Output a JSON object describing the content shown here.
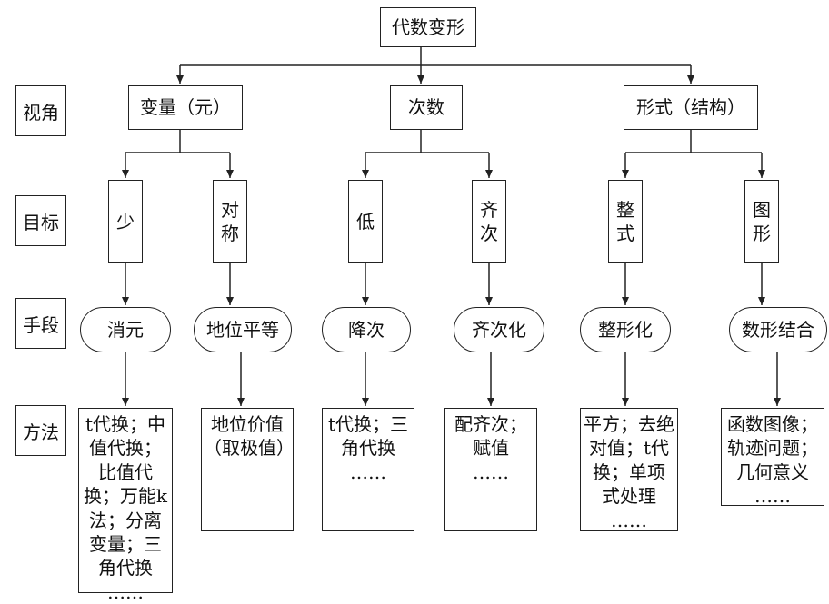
{
  "root": "代数变形",
  "side_labels": [
    "视角",
    "目标",
    "手段",
    "方法"
  ],
  "perspectives": [
    "变量（元）",
    "次数",
    "形式（结构）"
  ],
  "goals": [
    [
      "少"
    ],
    [
      "对",
      "称"
    ],
    [
      "低"
    ],
    [
      "齐",
      "次"
    ],
    [
      "整",
      "式"
    ],
    [
      "图",
      "形"
    ]
  ],
  "means": [
    "消元",
    "地位平等",
    "降次",
    "齐次化",
    "整形化",
    "数形结合"
  ],
  "methods": [
    "t代换；中\n值代换；\n比值代\n换；万能k\n法；分离\n变量；三\n角代换\n……",
    "地位价值\n（取极值）",
    "t代换；三\n角代换\n……",
    "配齐次；\n赋值\n……",
    "平方；去绝\n对值；t代\n换；单项\n式处理\n……",
    "函数图像；\n轨迹问题；\n几何意义\n……"
  ]
}
